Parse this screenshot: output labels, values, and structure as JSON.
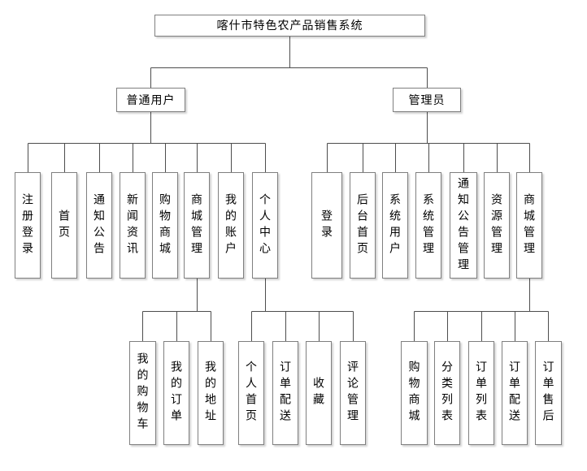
{
  "colors": {
    "background": "#ffffff",
    "box_fill": "#ffffff",
    "box_border": "#7f7f7f",
    "connector_line": "#4d4d4d",
    "text": "#000000"
  },
  "tree": {
    "label": "喀什市特色农产品销售系统",
    "children": [
      {
        "label": "普通用户",
        "children": [
          {
            "label": "注册登录"
          },
          {
            "label": "首页"
          },
          {
            "label": "通知公告"
          },
          {
            "label": "新闻资讯"
          },
          {
            "label": "购物商城"
          },
          {
            "label": "商城管理",
            "children": [
              {
                "label": "我的购物车"
              },
              {
                "label": "我的订单"
              },
              {
                "label": "我的地址"
              }
            ]
          },
          {
            "label": "我的账户"
          },
          {
            "label": "个人中心",
            "children": [
              {
                "label": "个人首页"
              },
              {
                "label": "订单配送"
              },
              {
                "label": "收藏"
              },
              {
                "label": "评论管理"
              }
            ]
          }
        ]
      },
      {
        "label": "管理员",
        "children": [
          {
            "label": "登录"
          },
          {
            "label": "后台首页"
          },
          {
            "label": "系统用户"
          },
          {
            "label": "系统管理"
          },
          {
            "label": "通知公告管理"
          },
          {
            "label": "资源管理"
          },
          {
            "label": "商城管理",
            "children": [
              {
                "label": "购物商城"
              },
              {
                "label": "分类列表"
              },
              {
                "label": "订单列表"
              },
              {
                "label": "订单配送"
              },
              {
                "label": "订单售后"
              }
            ]
          }
        ]
      }
    ]
  }
}
